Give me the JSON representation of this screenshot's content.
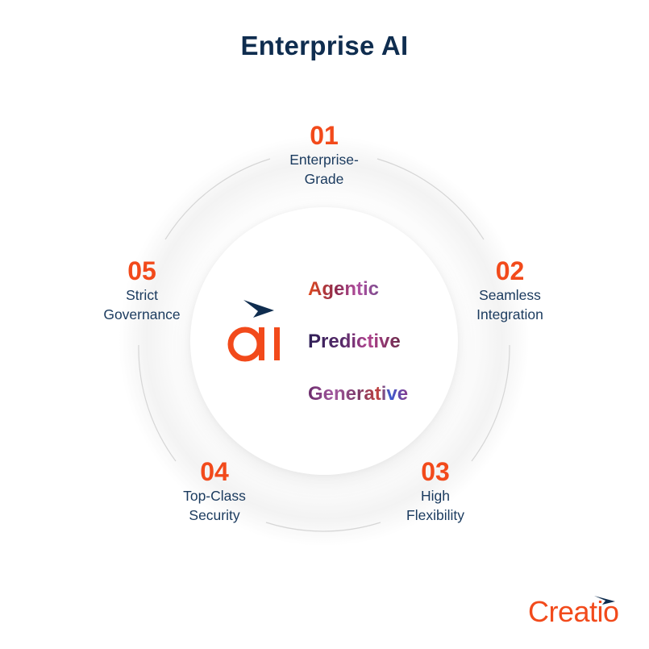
{
  "title": "Enterprise AI",
  "colors": {
    "title": "#0f2d4f",
    "accent": "#f24a1b",
    "label": "#1a3a5e",
    "arrow": "#0f2d4f"
  },
  "center": {
    "logo_text": "ai",
    "words": [
      "Agentic",
      "Predictive",
      "Generative"
    ]
  },
  "items": [
    {
      "number": "01",
      "label_line1": "Enterprise-",
      "label_line2": "Grade"
    },
    {
      "number": "02",
      "label_line1": "Seamless",
      "label_line2": "Integration"
    },
    {
      "number": "03",
      "label_line1": "High",
      "label_line2": "Flexibility"
    },
    {
      "number": "04",
      "label_line1": "Top-Class",
      "label_line2": "Security"
    },
    {
      "number": "05",
      "label_line1": "Strict",
      "label_line2": "Governance"
    }
  ],
  "brand": {
    "name": "Creatio",
    "icon": "arrow-icon"
  }
}
